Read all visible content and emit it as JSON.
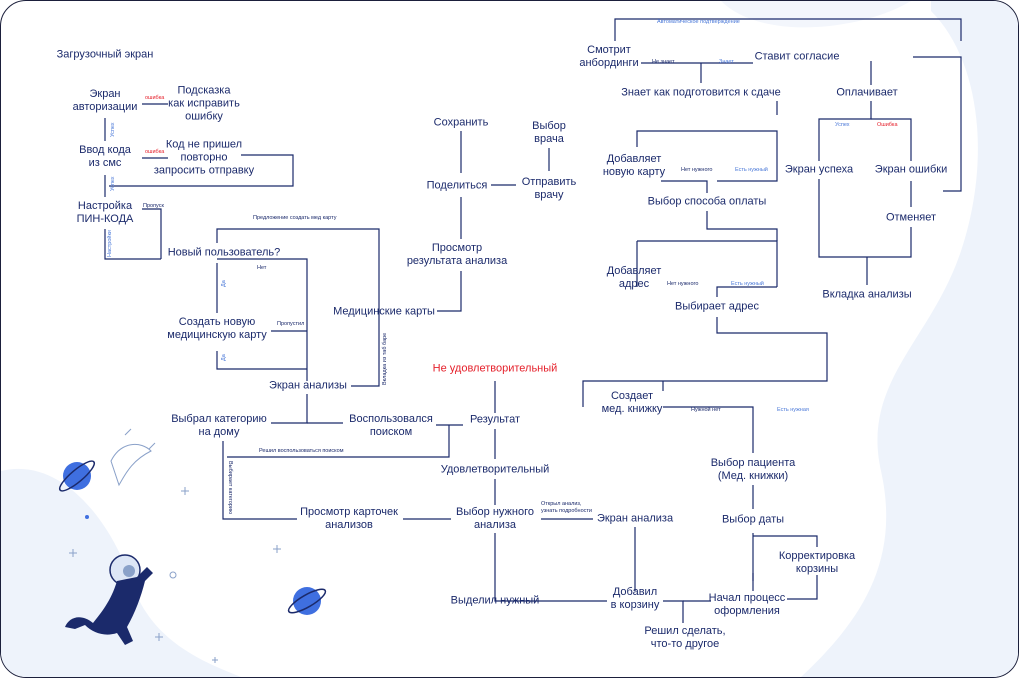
{
  "colors": {
    "ink": "#1b2a6b",
    "line": "#1b2a6b",
    "accent": "#4a78d8",
    "error": "#e5202b",
    "blob": "#eef3fb"
  },
  "nodes": {
    "loading_screen": "Загрузочный экран",
    "auth_screen": "Экран\nавторизации",
    "auth_hint": "Подсказка\nкак исправить\nошибку",
    "sms_code": "Ввод кода\nиз смс",
    "sms_resend": "Код не пришел\nповторно\nзапросить отправку",
    "pin_setup": "Настройка\nПИН-КОДА",
    "new_user": "Новый пользователь?",
    "create_card": "Создать новую\nмедицинскую карту",
    "analysis_screen": "Экран анализы",
    "chose_home": "Выбрал категорию\nна дому",
    "used_search": "Воспользовался\nпоиском",
    "view_cards": "Просмотр карточек\nанализов",
    "choose_analysis": "Выбор нужного\nанализа",
    "selected": "Выделил нужный",
    "medical_cards": "Медицинские карты",
    "view_result": "Просмотр\nрезультата анализа",
    "share": "Поделиться",
    "save": "Сохранить",
    "choose_doctor": "Выбор\nврача",
    "send_doctor": "Отправить\nврачу",
    "unsatisfactory": "Не удовлетворительный",
    "result": "Результат",
    "satisfactory": "Удовлетворительный",
    "analysis_screen_right": "Экран анализа",
    "added_cart": "Добавил\nв корзину",
    "decided_other": "Решил сделать,\nчто-то другое",
    "checkout": "Начал процесс\nоформления",
    "fix_cart": "Корректировка\nкорзины",
    "choose_date": "Выбор даты",
    "choose_patient": "Выбор пациента\n(Мед. книжки)",
    "create_book": "Создает\nмед. книжку",
    "chooses_address": "Выбирает адрес",
    "adds_address": "Добавляет\nадрес",
    "choose_payment": "Выбор способа оплаты",
    "adds_card": "Добавляет\nновую карту",
    "knows_prepare": "Знает как подготовится к сдаче",
    "watch_onboarding": "Смотрит\nанбординги",
    "gives_consent": "Ставит согласие",
    "pays": "Оплачивает",
    "success_screen": "Экран успеха",
    "error_screen": "Экран ошибки",
    "cancels": "Отменяет",
    "analysis_tab": "Вкладка анализы"
  },
  "edge_labels": {
    "auto_confirm": "Автоматическое подтверждение",
    "not_know": "Не знает",
    "knows": "Знает",
    "error1": "ошибка",
    "error2": "ошибка",
    "success1": "Успех",
    "success2": "Успех",
    "skip": "Пропуск",
    "settings": "Настройки",
    "offer_card": "Предложение создать мед карту",
    "no": "Нет",
    "yes1": "Да",
    "yes2": "Да",
    "skipped": "Пропустил",
    "tab_bar": "Вкладка из таб баре",
    "decided_search": "Решил воспользоваться поиском",
    "chose_category": "Выбирает категорию",
    "opened_analysis": "Открыл анализ,\nузнать подробности",
    "no_needed1": "Нет нужного",
    "has_needed1": "Есть нужный",
    "no_needed2": "Нет нужного",
    "has_needed2": "Есть нужный",
    "needed_no": "Нужной нет",
    "has_needed3": "Есть нужная",
    "success_pay": "Успех",
    "error_pay": "Ошибка"
  }
}
